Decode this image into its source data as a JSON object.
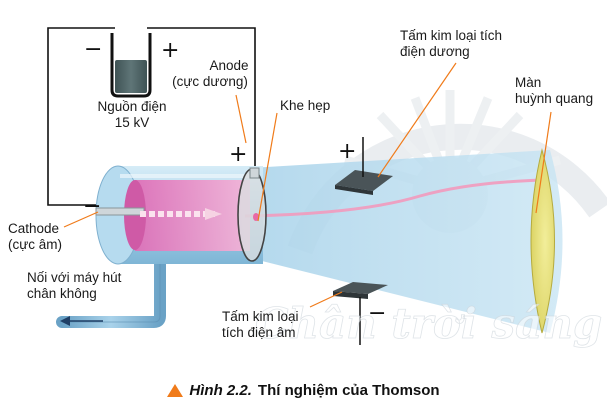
{
  "labels": {
    "source": [
      "Nguồn điện",
      "15 kV"
    ],
    "anode": [
      "Anode",
      "(cực dương)"
    ],
    "slit": "Khe hẹp",
    "plate_positive": [
      "Tấm kim loại tích",
      "điện dương"
    ],
    "screen": [
      "Màn",
      "huỳnh quang"
    ],
    "cathode": [
      "Cathode",
      "(cực âm)"
    ],
    "vacuum": [
      "Nối với máy hút",
      "chân không"
    ],
    "plate_negative": [
      "Tấm kim loại",
      "tích điện âm"
    ]
  },
  "signs": {
    "minus": "−",
    "plus": "+"
  },
  "caption": {
    "figure": "Hình 2.2.",
    "title": "Thí nghiệm của Thomson"
  },
  "watermark": "Chân trời sáng tạo",
  "colors": {
    "tube_glass": "#b9dcef",
    "anode_chamber": "#e99acb",
    "beam": "#f4a0c0",
    "plate": "#4a5458",
    "screen": "#e8e27a",
    "battery_fluid": "#4f6466",
    "caption_marker": "#f07b1a",
    "watermark": "#d7dde2"
  }
}
